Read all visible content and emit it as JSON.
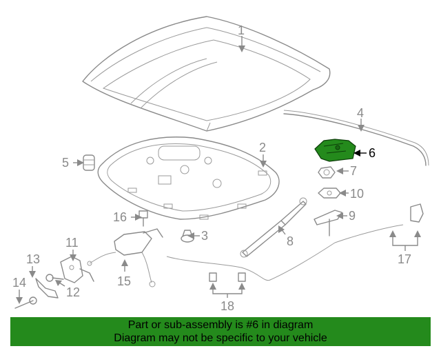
{
  "diagram": {
    "highlight_color": "#248a1c",
    "highlighted_part": "6",
    "callouts": {
      "c1": "1",
      "c2": "2",
      "c3": "3",
      "c4": "4",
      "c5": "5",
      "c6": "6",
      "c7": "7",
      "c8": "8",
      "c9": "9",
      "c10": "10",
      "c11": "11",
      "c12": "12",
      "c13": "13",
      "c14": "14",
      "c15": "15",
      "c16": "16",
      "c17": "17",
      "c18": "18"
    }
  },
  "banner": {
    "background": "#248a1c",
    "line1": "Part or sub-assembly is #6 in diagram",
    "line2": "Diagram may not be specific to your vehicle"
  }
}
